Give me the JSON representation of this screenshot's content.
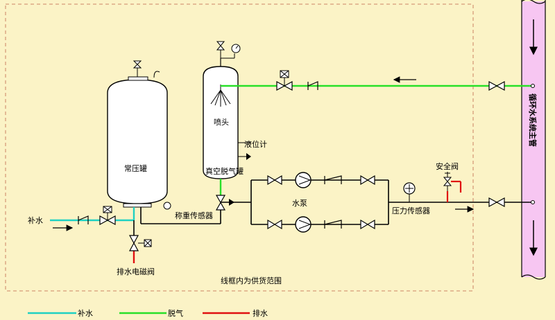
{
  "labels": {
    "buShui": "补水",
    "paiShuiDianCiFa": "排水电磁阀",
    "changYaGuan": "常压罐",
    "chengZhongChuanGanQi": "称重传感器",
    "penTou": "喷头",
    "yeWeiJi": "液位计",
    "zhenKongTuoQiGuan": "真空脱气罐",
    "shuiBeng": "水泵",
    "yaLiChuanGanQi": "压力传感器",
    "anQuanFa": "安全阀",
    "xunHuanZhuGuan": "循环水系统主管",
    "scopeNote": "线框内为供货范围"
  },
  "legend": [
    {
      "label": "补水",
      "color": "#1fd1c2"
    },
    {
      "label": "脱气",
      "color": "#28e028"
    },
    {
      "label": "排水",
      "color": "#e01010"
    }
  ],
  "colors": {
    "background": "#fbf3c6",
    "pipe": "#000000",
    "dashed_border": "#d69b7a",
    "main_pipe_fill": "#f7c6f2"
  }
}
